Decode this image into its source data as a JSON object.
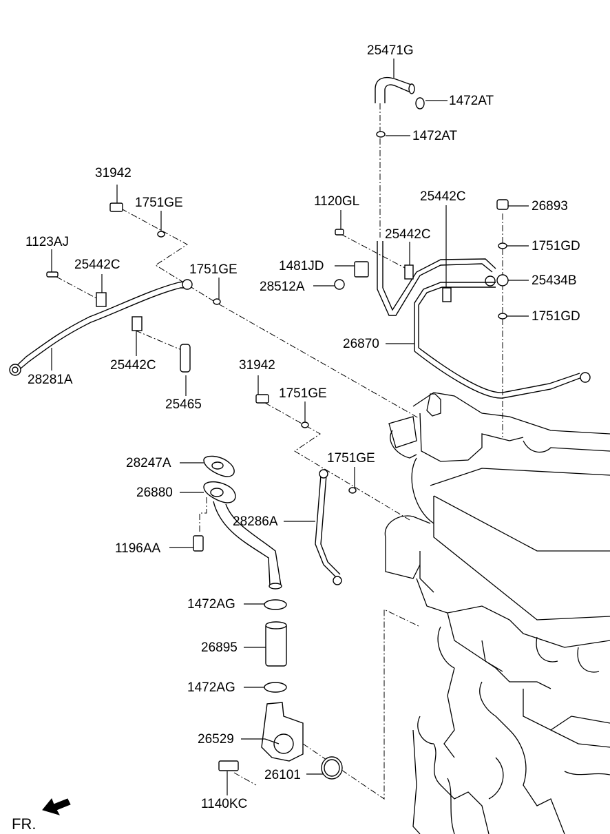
{
  "labels": {
    "p25471G": "25471G",
    "p1472AT_a": "1472AT",
    "p1472AT_b": "1472AT",
    "p31942_a": "31942",
    "p1751GE_a": "1751GE",
    "p1123AJ": "1123AJ",
    "p25442C_a": "25442C",
    "p1751GE_b": "1751GE",
    "p28281A": "28281A",
    "p25442C_b": "25442C",
    "p25465": "25465",
    "p1120GL": "1120GL",
    "p25442C_c": "25442C",
    "p25442C_d": "25442C",
    "p1481JD": "1481JD",
    "p28512A": "28512A",
    "p26893": "26893",
    "p1751GD_a": "1751GD",
    "p25434B": "25434B",
    "p1751GD_b": "1751GD",
    "p26870": "26870",
    "p31942_b": "31942",
    "p1751GE_c": "1751GE",
    "p28247A": "28247A",
    "p1751GE_d": "1751GE",
    "p26880": "26880",
    "p28286A": "28286A",
    "p1196AA": "1196AA",
    "p1472AG_a": "1472AG",
    "p26895": "26895",
    "p1472AG_b": "1472AG",
    "p26529": "26529",
    "p26101": "26101",
    "p1140KC": "1140KC"
  },
  "orientation": {
    "label": "FR.",
    "arrow_icon": "arrow-front-left-icon"
  }
}
